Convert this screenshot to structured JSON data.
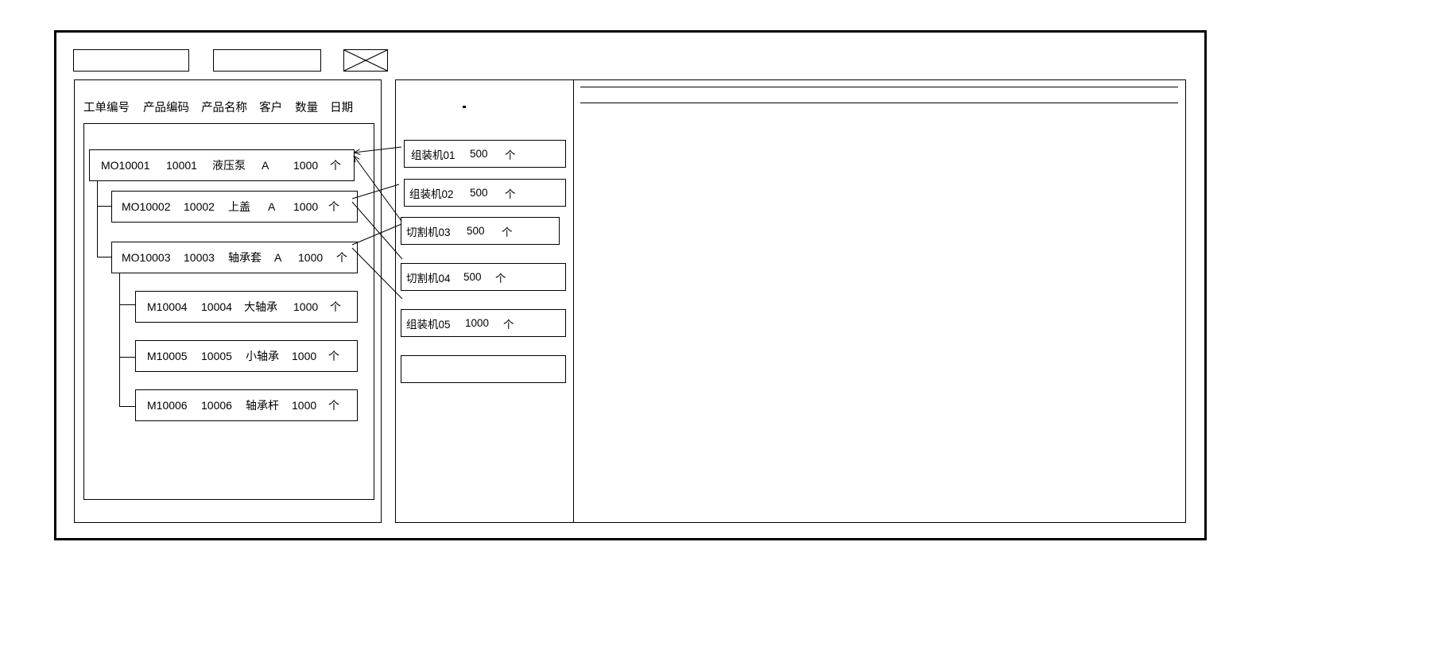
{
  "toolbar": {
    "field1_value": "",
    "field1_placeholder": "",
    "field2_value": "",
    "field2_placeholder": "",
    "image_placeholder_name": "image-placeholder-icon"
  },
  "left_panel": {
    "columns": [
      "工单编号",
      "产品编码",
      "产品名称",
      "客户",
      "数量",
      "日期"
    ],
    "rows": [
      {
        "level": 0,
        "order_no": "MO10001",
        "product_code": "10001",
        "product_name": "液压泵",
        "customer": "A",
        "qty": "1000",
        "unit": "个"
      },
      {
        "level": 1,
        "order_no": "MO10002",
        "product_code": "10002",
        "product_name": "上盖",
        "customer": "A",
        "qty": "1000",
        "unit": "个"
      },
      {
        "level": 1,
        "order_no": "MO10003",
        "product_code": "10003",
        "product_name": "轴承套",
        "customer": "A",
        "qty": "1000",
        "unit": "个"
      },
      {
        "level": 2,
        "order_no": "M10004",
        "product_code": "10004",
        "product_name": "大轴承",
        "customer": "",
        "qty": "1000",
        "unit": "个"
      },
      {
        "level": 2,
        "order_no": "M10005",
        "product_code": "10005",
        "product_name": "小轴承",
        "customer": "",
        "qty": "1000",
        "unit": "个"
      },
      {
        "level": 2,
        "order_no": "M10006",
        "product_code": "10006",
        "product_name": "轴承杆",
        "customer": "",
        "qty": "1000",
        "unit": "个"
      }
    ]
  },
  "middle_panel": {
    "machines": [
      {
        "name": "组装机01",
        "qty": "500",
        "unit": "个"
      },
      {
        "name": "组装机02",
        "qty": "500",
        "unit": "个"
      },
      {
        "name": "切割机03",
        "qty": "500",
        "unit": "个"
      },
      {
        "name": "切割机04",
        "qty": "500",
        "unit": "个"
      },
      {
        "name": "组装机05",
        "qty": "1000",
        "unit": "个"
      },
      {
        "name": "",
        "qty": "",
        "unit": ""
      }
    ]
  },
  "right_panel": {
    "header_text": "",
    "body_text": ""
  },
  "colors": {
    "stroke": "#000000",
    "background": "#ffffff"
  }
}
